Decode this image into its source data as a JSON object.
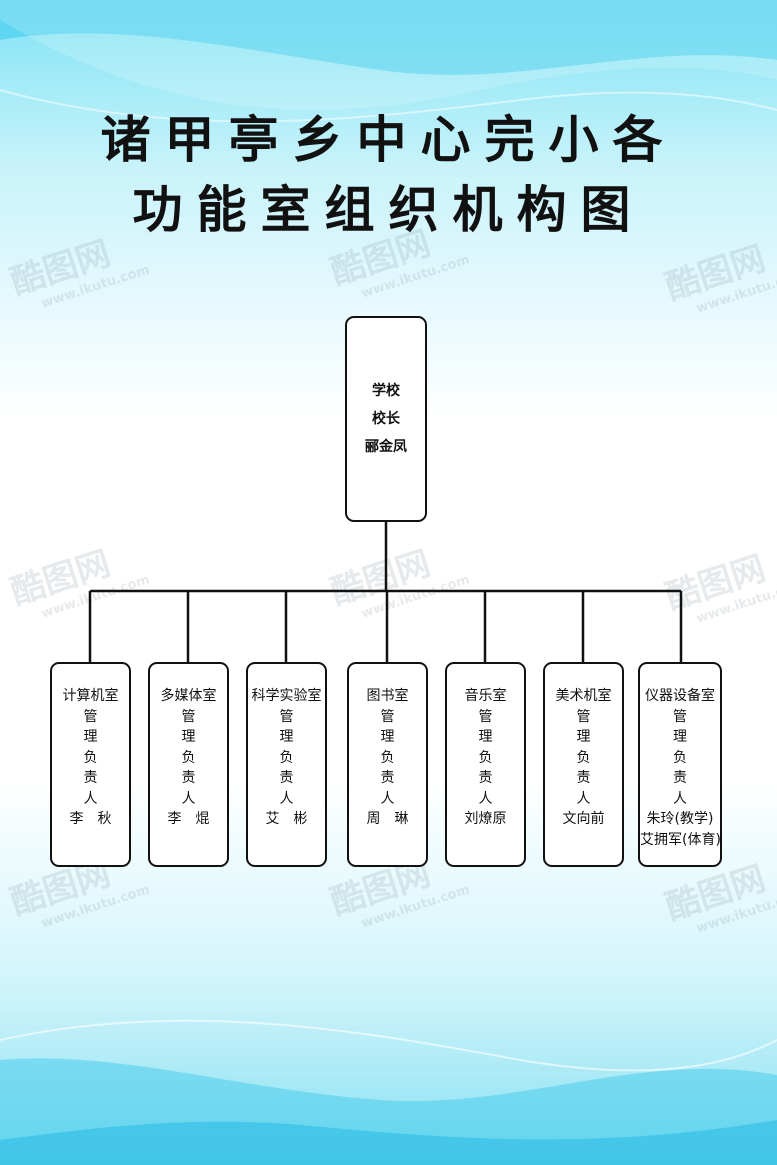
{
  "title": {
    "line1": "诸甲亭乡中心完小各",
    "line2": "功能室组织机构图"
  },
  "root": {
    "line1": "学校",
    "line2": "校长",
    "line3": "郦金凤"
  },
  "departments": [
    {
      "name": "计算机室",
      "role": [
        "管",
        "理",
        "负",
        "责",
        "人"
      ],
      "person": [
        "李　秋"
      ]
    },
    {
      "name": "多媒体室",
      "role": [
        "管",
        "理",
        "负",
        "责",
        "人"
      ],
      "person": [
        "李　焜"
      ]
    },
    {
      "name": "科学实验室",
      "role": [
        "管",
        "理",
        "负",
        "责",
        "人"
      ],
      "person": [
        "艾　彬"
      ]
    },
    {
      "name": "图书室",
      "role": [
        "管",
        "理",
        "负",
        "责",
        "人"
      ],
      "person": [
        "周　琳"
      ]
    },
    {
      "name": "音乐室",
      "role": [
        "管",
        "理",
        "负",
        "责",
        "人"
      ],
      "person": [
        "刘燎原"
      ]
    },
    {
      "name": "美术机室",
      "role": [
        "管",
        "理",
        "负",
        "责",
        "人"
      ],
      "person": [
        "文向前"
      ]
    },
    {
      "name": "仪器设备室",
      "role": [
        "管",
        "理",
        "负",
        "责",
        "人"
      ],
      "person": [
        "朱玲(教学)",
        "艾拥军(体育)"
      ]
    }
  ],
  "watermark": {
    "brand": "酷图网",
    "url": "www.ikutu.com"
  },
  "colors": {
    "accent": "#37c6ea",
    "line": "#111111"
  }
}
